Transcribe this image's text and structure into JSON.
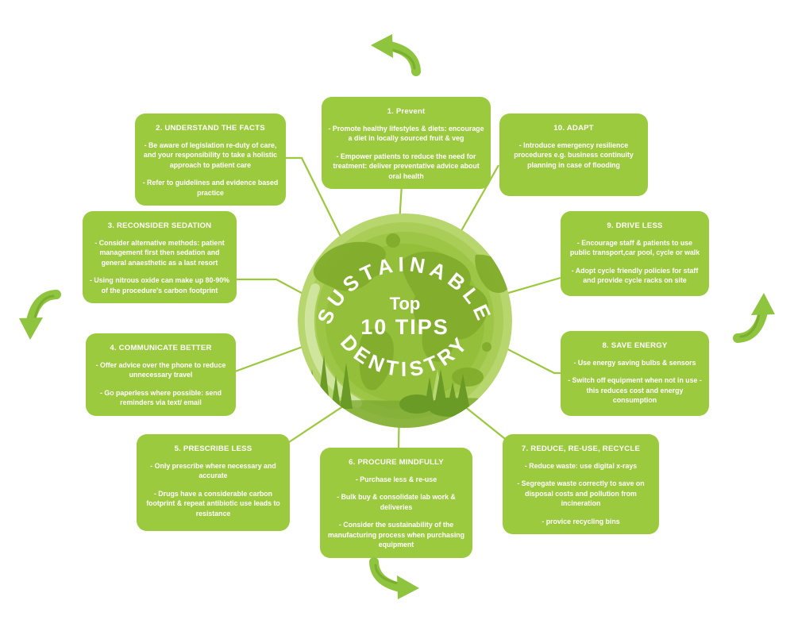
{
  "center": {
    "arc_top": "SUSTAINABLE",
    "mid_line1": "Top",
    "mid_line2": "10 TIPS",
    "arc_bottom": "DENTISTRY"
  },
  "tips": [
    {
      "title": "1. Prevent",
      "bullets": [
        "- Promote healthy lifestyles & diets: encourage a diet in locally sourced fruit & veg",
        "- Empower patients to reduce the need for treatment: deliver preventative advice about oral health"
      ]
    },
    {
      "title": "2. UNDERSTAND THE FACTS",
      "bullets": [
        "- Be aware of legislation re-duty of care, and your responsibility to take a holistic approach to patient care",
        "- Refer to guidelines and evidence based practice"
      ]
    },
    {
      "title": "3. RECONSIDER SEDATION",
      "bullets": [
        "- Consider alternative methods: patient management first then sedation and general anaesthetic as a last resort",
        "- Using nitrous oxide can make up 80-90% of the procedure's carbon footprint"
      ]
    },
    {
      "title": "4. COMMUNICATE BETTER",
      "bullets": [
        "- Offer advice over the phone to reduce unnecessary travel",
        "- Go paperless where possible: send reminders via text/ email"
      ]
    },
    {
      "title": "5. PRESCRIBE LESS",
      "bullets": [
        "- Only prescribe where necessary and accurate",
        "- Drugs have a considerable carbon footprint & repeat antibiotic use leads to resistance"
      ]
    },
    {
      "title": "6. PROCURE MINDFULLY",
      "bullets": [
        "- Purchase less & re-use",
        "- Bulk buy & consolidate lab work & deliveries",
        "- Consider the sustainability of the manufacturing process when purchasing equipment"
      ]
    },
    {
      "title": "7. REDUCE, RE-USE, RECYCLE",
      "bullets": [
        "- Reduce waste: use digital x-rays",
        "- Segregate waste correctly to save on disposal costs and pollution from incineration",
        "- provice recycling bins"
      ]
    },
    {
      "title": "8. SAVE ENERGY",
      "bullets": [
        "- Use energy saving bulbs & sensors",
        "- Switch off equipment when not in use - this reduces cost and energy consumption"
      ]
    },
    {
      "title": "9. DRIVE LESS",
      "bullets": [
        "- Encourage staff & patients to use public transport,car pool, cycle or walk",
        "- Adopt cycle friendly policies for staff and provide cycle racks on site"
      ]
    },
    {
      "title": "10. ADAPT",
      "bullets": [
        "- Introduce emergency resilience procedures e.g. business continuity planning in case of flooding"
      ]
    }
  ],
  "icons": {
    "arrow_top": "curved-arrow-pointing-left",
    "arrow_bottom": "curved-arrow-pointing-right",
    "arrow_left": "curved-arrow-pointing-down",
    "arrow_right": "curved-arrow-pointing-up",
    "globe": "green-earth-globe-with-grass"
  },
  "colors": {
    "box-green": "#9cca3e",
    "line-green": "#9cc83e",
    "arrow-green": "#8fc43e",
    "arrow-accent": "#7aaf30",
    "globe-ring1": "#b7d66d",
    "globe-ring2": "#aacd58",
    "globe-ring3": "#9dc646",
    "globe-core": "#93bf3a",
    "globe-land": "#82ad2d",
    "globe-grass": "#6a9b26",
    "globe-grass-light": "#b9d873",
    "globe-ground": "#78a62c",
    "globe-highlight": "#d6e8a8",
    "text-white": "#ffffff"
  }
}
